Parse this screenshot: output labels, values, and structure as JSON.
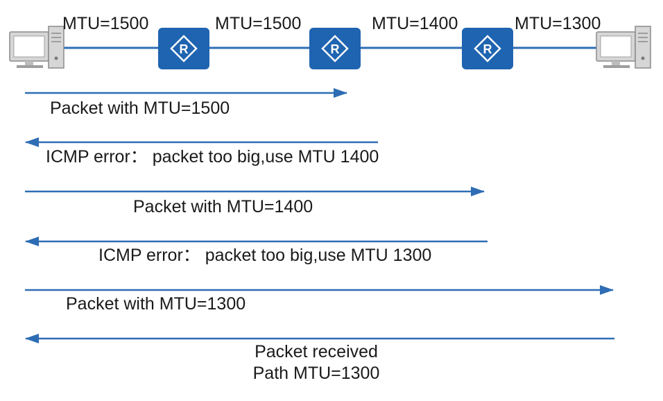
{
  "colors": {
    "link": "#2E6DB4",
    "router_fill": "#1F64B0",
    "arrow": "#2E6DB4",
    "text": "#1a1a1a",
    "host_body": "#d6d6d6",
    "host_screen": "#ffffff",
    "host_outline": "#8a8a8a"
  },
  "topology": {
    "hosts": [
      {
        "id": "source-host",
        "icon": "desktop-computer-icon"
      },
      {
        "id": "destination-host",
        "icon": "desktop-computer-icon"
      }
    ],
    "routers": [
      {
        "id": "router-1",
        "label": "R",
        "icon": "router-icon"
      },
      {
        "id": "router-2",
        "label": "R",
        "icon": "router-icon"
      },
      {
        "id": "router-3",
        "label": "R",
        "icon": "router-icon"
      }
    ],
    "links": [
      {
        "id": "link-1",
        "label": "MTU=1500"
      },
      {
        "id": "link-2",
        "label": "MTU=1500"
      },
      {
        "id": "link-3",
        "label": "MTU=1400"
      },
      {
        "id": "link-4",
        "label": "MTU=1300"
      }
    ]
  },
  "exchange": [
    {
      "id": "msg-1",
      "direction": "forward",
      "reaches": "router-2",
      "text": "Packet with MTU=1500"
    },
    {
      "id": "msg-2",
      "direction": "back",
      "from": "router-2",
      "text": "ICMP error： packet too big,use MTU 1400"
    },
    {
      "id": "msg-3",
      "direction": "forward",
      "reaches": "router-3",
      "text": "Packet with MTU=1400"
    },
    {
      "id": "msg-4",
      "direction": "back",
      "from": "router-3",
      "text": "ICMP error： packet too big,use MTU 1300"
    },
    {
      "id": "msg-5",
      "direction": "forward",
      "reaches": "destination-host",
      "text": "Packet with MTU=1300"
    },
    {
      "id": "msg-6",
      "direction": "back",
      "from": "destination-host",
      "text": "Packet received",
      "text2": "Path MTU=1300"
    }
  ]
}
